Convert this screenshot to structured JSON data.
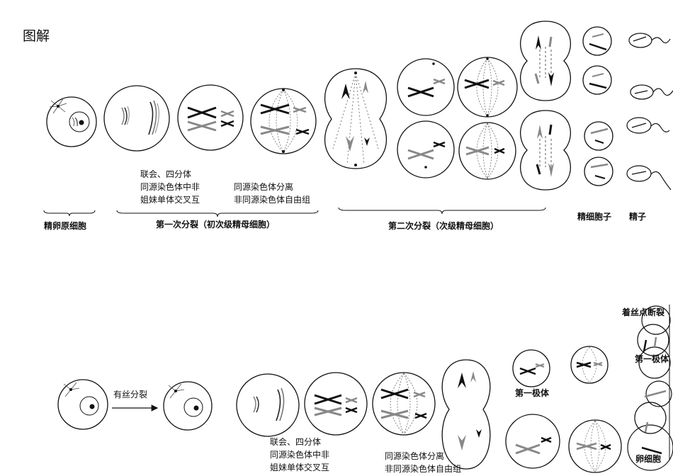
{
  "title": "图解",
  "row1": {
    "synapsis_lines": [
      "联会、四分体",
      "同源染色体中非",
      "姐妹单体交叉互"
    ],
    "separation_lines": [
      "同源染色体分离",
      "非同源染色体自由组"
    ],
    "stage_spermatogonium": "精卵原细胞",
    "stage_meiosis1": "第一次分裂（初次级精母细胞）",
    "stage_meiosis2": "第二次分裂（次级精母细胞）",
    "stage_spermatid": "精细胞子",
    "stage_sperm": "精子"
  },
  "row2": {
    "mitosis_label": "有丝分裂",
    "synapsis_lines": [
      "联会、四分体",
      "同源染色体中非",
      "姐妹单体交叉互"
    ],
    "separation_lines": [
      "同源染色体分离",
      "非同源染色体自由组"
    ],
    "first_polar_body": "第一极体",
    "centromere_split": "着丝点断裂",
    "first_polar_body_2": "第一极体",
    "egg_cell": "卵细胞"
  }
}
